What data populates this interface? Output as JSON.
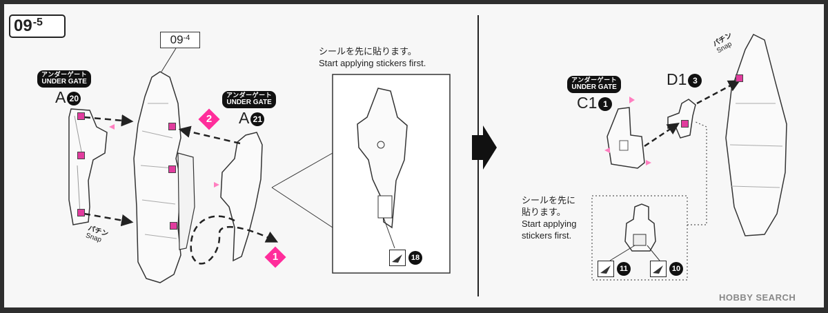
{
  "step": {
    "main": "09",
    "sub": "-5"
  },
  "reference": {
    "main": "09",
    "sub": "-4"
  },
  "labels": {
    "under_gate_jp": "アンダーゲート",
    "under_gate_en": "UNDER GATE",
    "snap_jp": "パチン",
    "snap_en": "Snap"
  },
  "parts": {
    "a20": {
      "letter": "A",
      "num": "20"
    },
    "a21": {
      "letter": "A",
      "num": "21"
    },
    "c1": {
      "letter": "C1",
      "num": "1"
    },
    "d1": {
      "letter": "D1",
      "num": "3"
    }
  },
  "order": {
    "first": "1",
    "second": "2"
  },
  "notes": {
    "sticker_jp": "シールを先に貼ります。",
    "sticker_en": "Start applying stickers first.",
    "sticker_jp_line1": "シールを先に",
    "sticker_jp_line2": "貼ります。",
    "sticker_en_line1": "Start applying",
    "sticker_en_line2": "stickers first."
  },
  "stickers": {
    "s18": "18",
    "s11": "11",
    "s10": "10"
  },
  "watermark": {
    "brand": "HOBBY",
    "suffix": "SEARCH"
  },
  "colors": {
    "accent_pink": "#ff2d9b",
    "ink": "#222222",
    "paper": "#f7f7f7"
  }
}
